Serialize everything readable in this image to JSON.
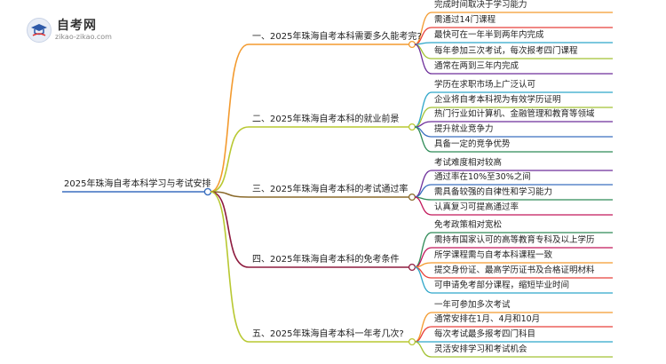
{
  "logo": {
    "name": "自考网",
    "url": "zikao-zikao.com"
  },
  "root": {
    "label": "2025年珠海自考本科学习与考试安排"
  },
  "branches": [
    {
      "label": "一、2025年珠海自考本科需要多久能考完?",
      "color": "#f39a2e",
      "leaves": [
        "完成时间取决于学习能力",
        "需通过14门课程",
        "最快可在一年半到两年内完成",
        "每年参加三次考试，每次报考四门课程",
        "通常在两到三年内完成"
      ]
    },
    {
      "label": "二、2025年珠海自考本科的就业前景",
      "color": "#b8c831",
      "leaves": [
        "学历在求职市场上广泛认可",
        "企业将自考本科视为有效学历证明",
        "热门行业如计算机、金融管理和教育等领域",
        "提升就业竞争力",
        "具备一定的竞争优势"
      ]
    },
    {
      "label": "三、2025年珠海自考本科的考试通过率",
      "color": "#8a6a2a",
      "leaves": [
        "考试难度相对较高",
        "通过率在10%至30%之间",
        "需具备较强的自律性和学习能力",
        "认真复习可提高通过率"
      ]
    },
    {
      "label": "四、2025年珠海自考本科的免考条件",
      "color": "#8e1b3f",
      "leaves": [
        "免考政策相对宽松",
        "需持有国家认可的高等教育专科及以上学历",
        "所学课程需与自考本科课程一致",
        "提交身份证、最高学历证书及合格证明材料",
        "可申请免考部分课程，缩短毕业时间"
      ]
    },
    {
      "label": "五、2025年珠海自考本科一年考几次?",
      "color": "#b8c831",
      "leaves": [
        "一年可参加多次考试",
        "通常安排在1月、4月和10月",
        "每次考试最多报考四门科目",
        "灵活安排学习和考试机会"
      ]
    }
  ],
  "leaf_colors": [
    "#f39a2e",
    "#e8413b",
    "#2ea6c9",
    "#a2c234",
    "#6d2e9a",
    "#3a6fbf",
    "#2e8b57",
    "#c2185b"
  ]
}
